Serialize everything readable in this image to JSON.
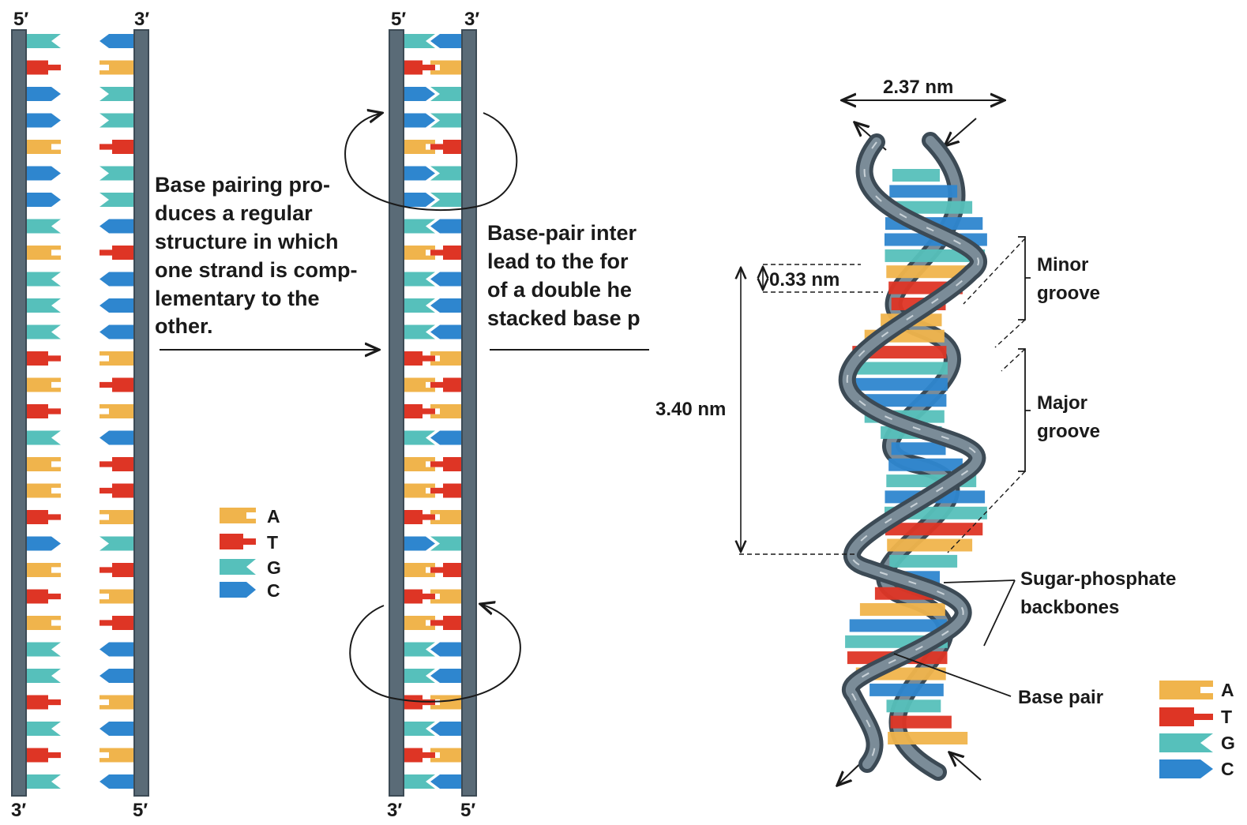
{
  "colors": {
    "A": "#f0b44c",
    "T": "#de3525",
    "G": "#56c0bb",
    "C": "#2e86cf",
    "backbone": "#5a6b77",
    "backbone_edge": "#3c4a55",
    "text": "#1a1a1a"
  },
  "left_panel": {
    "strand1_top": "5′",
    "strand1_bottom": "3′",
    "strand2_top": "3′",
    "strand2_bottom": "5′",
    "strand1_sequence": [
      "G",
      "T",
      "C",
      "C",
      "A",
      "C",
      "C",
      "G",
      "A",
      "G",
      "G",
      "G",
      "T",
      "A",
      "T",
      "G",
      "A",
      "A",
      "T",
      "C",
      "A",
      "T",
      "A",
      "G",
      "G",
      "T",
      "G",
      "T",
      "G"
    ],
    "strand2_sequence": [
      "C",
      "A",
      "G",
      "G",
      "T",
      "G",
      "G",
      "C",
      "T",
      "C",
      "C",
      "C",
      "A",
      "T",
      "A",
      "C",
      "T",
      "T",
      "A",
      "G",
      "T",
      "A",
      "T",
      "C",
      "C",
      "A",
      "C",
      "A",
      "C"
    ],
    "caption_lines": [
      "Base pairing pro-",
      "duces a regular",
      "structure in which",
      "one strand is  comp-",
      "lementary to the",
      "other."
    ]
  },
  "middle_panel": {
    "left_top": "5′",
    "right_top": "3′",
    "left_bottom": "3′",
    "right_bottom": "5′",
    "caption_lines": [
      "Base-pair inter",
      "lead to the for",
      "of a double he",
      "stacked base p"
    ]
  },
  "legend_left": [
    {
      "base": "A",
      "label": "A"
    },
    {
      "base": "T",
      "label": "T"
    },
    {
      "base": "G",
      "label": "G"
    },
    {
      "base": "C",
      "label": "C"
    }
  ],
  "helix": {
    "width_label": "2.37 nm",
    "rise_label": "0.33 nm",
    "pitch_label": "3.40 nm",
    "minor_groove": [
      "Minor",
      "groove"
    ],
    "major_groove": [
      "Major",
      "groove"
    ],
    "backbone_label": [
      "Sugar-phosphate",
      "backbones"
    ],
    "base_pair_label": "Base pair",
    "bands": [
      "G",
      "C",
      "G",
      "C",
      "C",
      "G",
      "A",
      "T",
      "T",
      "A",
      "A",
      "T",
      "G",
      "C",
      "C",
      "G",
      "G",
      "C",
      "C",
      "G",
      "C",
      "G",
      "T",
      "A",
      "G",
      "C",
      "T",
      "A",
      "C",
      "G",
      "T",
      "A",
      "C",
      "G",
      "T",
      "A"
    ]
  },
  "legend_right": [
    {
      "base": "A",
      "label": "A"
    },
    {
      "base": "T",
      "label": "T"
    },
    {
      "base": "G",
      "label": "G"
    },
    {
      "base": "C",
      "label": "C"
    }
  ]
}
